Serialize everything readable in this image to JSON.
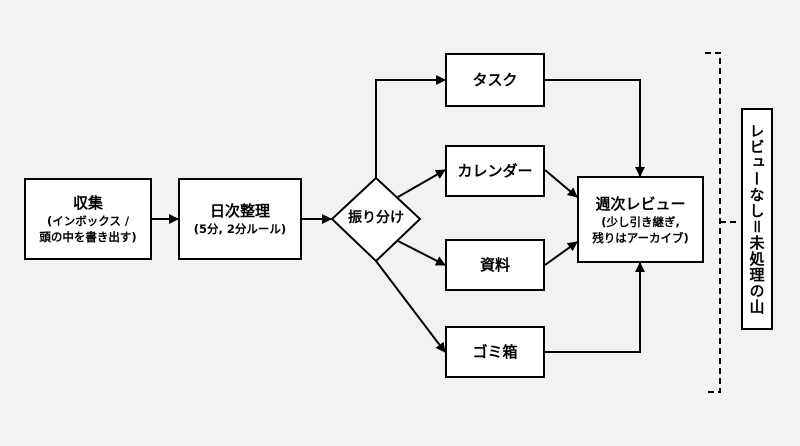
{
  "nodes": {
    "collect": {
      "title": "収集",
      "sub1": "(インボックス /",
      "sub2": "頭の中を書き出す)"
    },
    "daily": {
      "title": "日次整理",
      "sub": "(5分, 2分ルール)"
    },
    "sort": {
      "label": "振り分け"
    },
    "task": {
      "label": "タスク"
    },
    "calendar": {
      "label": "カレンダー"
    },
    "material": {
      "label": "資料"
    },
    "trash": {
      "label": "ゴミ箱"
    },
    "weekly": {
      "title": "週次レビュー",
      "sub1": "(少し引き継ぎ,",
      "sub2": "残りはアーカイブ)"
    }
  },
  "note": {
    "label": "レビューなし＝未処理の山"
  }
}
